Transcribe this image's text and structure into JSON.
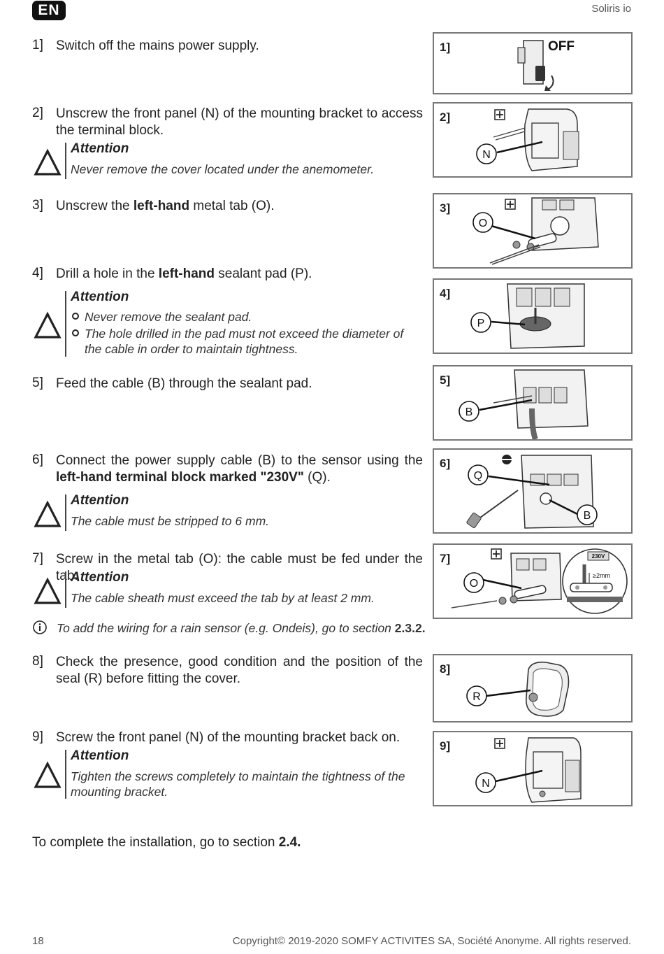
{
  "header": {
    "lang": "EN",
    "product": "Soliris io"
  },
  "steps": [
    {
      "num": "1]",
      "text": "Switch off the mains power supply."
    },
    {
      "num": "2]",
      "text": "Unscrew the front panel (N) of the mounting bracket to access the terminal block."
    },
    {
      "num": "3]",
      "pre": "Unscrew the ",
      "bold": "left-hand",
      "post": " metal tab (O)."
    },
    {
      "num": "4]",
      "pre": "Drill a hole in the ",
      "bold": "left-hand",
      "post": " sealant pad (P)."
    },
    {
      "num": "5]",
      "text": "Feed the cable (B) through the sealant pad."
    },
    {
      "num": "6]",
      "pre": "Connect the power supply cable (B) to the sensor using the ",
      "bold": "left-hand terminal block marked \"230V\"",
      "post": " (Q)."
    },
    {
      "num": "7]",
      "text": "Screw in the metal tab (O): the cable must be fed under the tab."
    },
    {
      "num": "8]",
      "text": "Check the presence, good condition and the position of the seal (R) before fitting the cover."
    },
    {
      "num": "9]",
      "text": "Screw the front panel (N) of the mounting bracket back on."
    }
  ],
  "warnings": {
    "title": "Attention",
    "w2": "Never remove the cover located under the anemometer.",
    "w4": [
      "Never remove the sealant pad.",
      "The hole drilled in the pad must not exceed the diameter of the cable in order to maintain tightness."
    ],
    "w6": "The cable must be stripped to 6 mm.",
    "w7": "The cable sheath must exceed the tab by at least 2 mm.",
    "w9": "Tighten the screws completely to maintain the tightness of the mounting bracket."
  },
  "info_note": {
    "text": "To add the wiring for a rain sensor (e.g. Ondeis), go to section ",
    "section": "2.3.2."
  },
  "closing": {
    "text": "To complete the installation, go to section ",
    "section": "2.4."
  },
  "figures": [
    {
      "label": "1]",
      "callouts": [],
      "text": "OFF"
    },
    {
      "label": "2]",
      "callouts": [
        "N"
      ]
    },
    {
      "label": "3]",
      "callouts": [
        "O"
      ]
    },
    {
      "label": "4]",
      "callouts": [
        "P"
      ]
    },
    {
      "label": "5]",
      "callouts": [
        "B"
      ]
    },
    {
      "label": "6]",
      "callouts": [
        "Q",
        "B"
      ]
    },
    {
      "label": "7]",
      "callouts": [
        "O"
      ],
      "inset_text": [
        "230V",
        "≥2mm"
      ]
    },
    {
      "label": "8]",
      "callouts": [
        "R"
      ]
    },
    {
      "label": "9]",
      "callouts": [
        "N"
      ]
    }
  ],
  "footer": {
    "page": "18",
    "copyright": "Copyright© 2019-2020 SOMFY ACTIVITES SA, Société Anonyme. All rights reserved."
  }
}
